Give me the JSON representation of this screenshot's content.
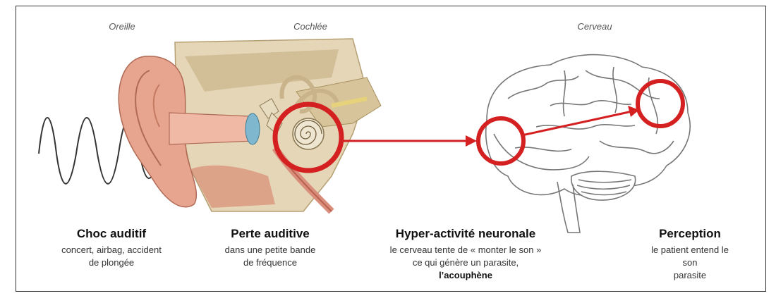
{
  "top_labels": {
    "ear": "Oreille",
    "cochlea": "Cochlée",
    "brain": "Cerveau"
  },
  "steps": [
    {
      "title": "Choc auditif",
      "lines": [
        "concert, airbag, accident",
        "de plongée"
      ]
    },
    {
      "title": "Perte auditive",
      "lines": [
        "dans une petite bande",
        "de fréquence"
      ]
    },
    {
      "title": "Hyper-activité neuronale",
      "lines": [
        "le cerveau tente de « monter le son »",
        "ce qui génère un parasite,"
      ],
      "emphasis": "l’acouphène"
    },
    {
      "title": "Perception",
      "lines": [
        "le patient entend le son",
        "parasite"
      ]
    }
  ],
  "colors": {
    "highlight": "#d42020",
    "ear_skin": "#e7a58f",
    "bone": "#d9c7a0",
    "brain_outline": "#777777"
  }
}
